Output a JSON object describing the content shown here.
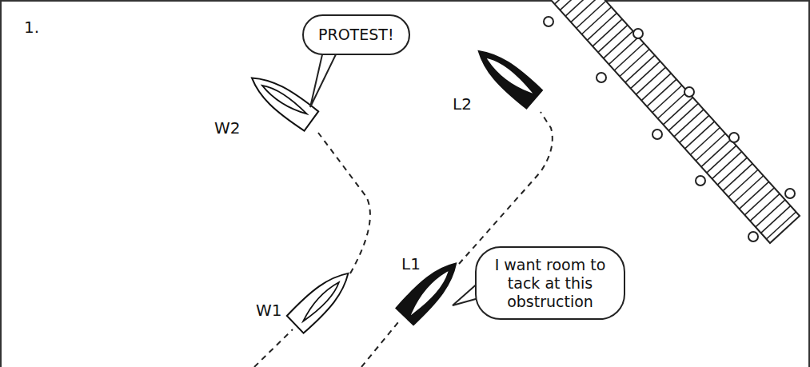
{
  "diagram": {
    "nodes": [
      {
        "text": [
          "PROTEST!"
        ]
      },
      {
        "text": [
          "I want room to tack at this obstruction"
        ]
      }
    ],
    "labels": [
      "1.",
      "W2",
      "L2",
      "W1",
      "L1"
    ]
  }
}
